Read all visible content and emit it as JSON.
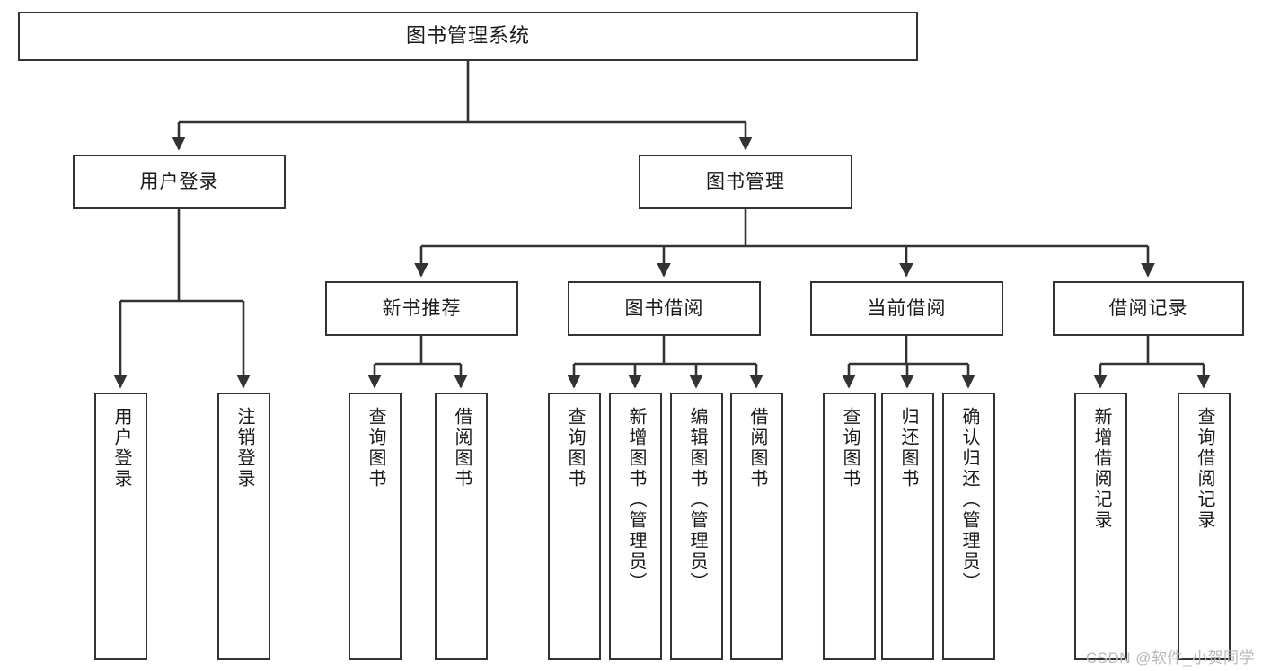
{
  "diagram": {
    "title": "图书管理系统",
    "type": "hierarchy-tree",
    "watermark": "CSDN @软件_小贺同学",
    "colors": {
      "box_border": "#333333",
      "box_fill": "#ffffff",
      "edge": "#333333",
      "text": "#1a1a1a",
      "watermark": "#b9b9b9"
    },
    "levels": {
      "level1": [
        {
          "id": "root",
          "label": "图书管理系统"
        }
      ],
      "level2": [
        {
          "id": "user-login",
          "label": "用户登录"
        },
        {
          "id": "book-management",
          "label": "图书管理"
        }
      ],
      "level3": [
        {
          "id": "new-book-recommend",
          "label": "新书推荐",
          "parent": "book-management"
        },
        {
          "id": "book-borrow",
          "label": "图书借阅",
          "parent": "book-management"
        },
        {
          "id": "current-borrow",
          "label": "当前借阅",
          "parent": "book-management"
        },
        {
          "id": "borrow-record",
          "label": "借阅记录",
          "parent": "book-management"
        }
      ],
      "leaves": [
        {
          "id": "leaf-user-login",
          "label": "用户登录",
          "parent": "user-login"
        },
        {
          "id": "leaf-logout",
          "label": "注销登录",
          "parent": "user-login"
        },
        {
          "id": "leaf-query-book-1",
          "label": "查询图书",
          "parent": "new-book-recommend"
        },
        {
          "id": "leaf-borrow-book-1",
          "label": "借阅图书",
          "parent": "new-book-recommend"
        },
        {
          "id": "leaf-query-book-2",
          "label": "查询图书",
          "parent": "book-borrow"
        },
        {
          "id": "leaf-add-book",
          "label": "新增图书（管理员）",
          "parent": "book-borrow"
        },
        {
          "id": "leaf-edit-book",
          "label": "编辑图书（管理员）",
          "parent": "book-borrow"
        },
        {
          "id": "leaf-borrow-book-2",
          "label": "借阅图书",
          "parent": "book-borrow"
        },
        {
          "id": "leaf-query-book-3",
          "label": "查询图书",
          "parent": "current-borrow"
        },
        {
          "id": "leaf-return-book",
          "label": "归还图书",
          "parent": "current-borrow"
        },
        {
          "id": "leaf-confirm-return",
          "label": "确认归还（管理员）",
          "parent": "current-borrow"
        },
        {
          "id": "leaf-add-record",
          "label": "新增借阅记录",
          "parent": "borrow-record"
        },
        {
          "id": "leaf-query-record",
          "label": "查询借阅记录",
          "parent": "borrow-record"
        }
      ]
    }
  }
}
